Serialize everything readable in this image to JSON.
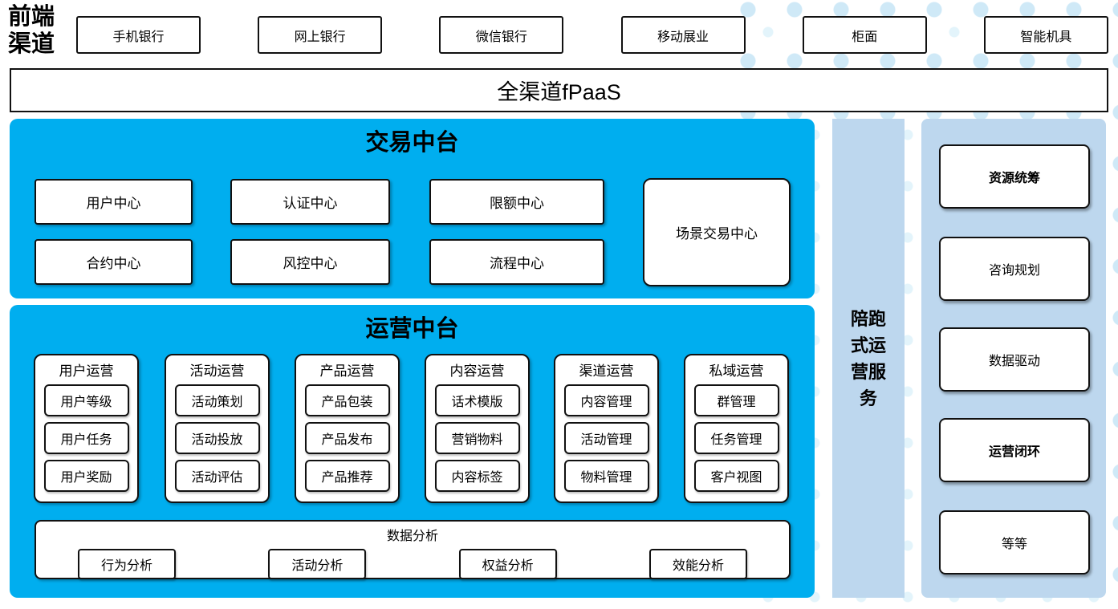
{
  "front_channels": {
    "label": "前端渠道",
    "items": [
      "手机银行",
      "网上银行",
      "微信银行",
      "移动展业",
      "柜面",
      "智能机具"
    ]
  },
  "fpaas_bar": {
    "label": "全渠道fPaaS"
  },
  "transaction_platform": {
    "title": "交易中台",
    "centers": [
      "用户中心",
      "认证中心",
      "限额中心",
      "合约中心",
      "风控中心",
      "流程中心"
    ],
    "scenario_center": "场景交易中心"
  },
  "operation_platform": {
    "title": "运营中台",
    "columns": [
      {
        "title": "用户运营",
        "items": [
          "用户等级",
          "用户任务",
          "用户奖励"
        ]
      },
      {
        "title": "活动运营",
        "items": [
          "活动策划",
          "活动投放",
          "活动评估"
        ]
      },
      {
        "title": "产品运营",
        "items": [
          "产品包装",
          "产品发布",
          "产品推荐"
        ]
      },
      {
        "title": "内容运营",
        "items": [
          "话术模版",
          "营销物料",
          "内容标签"
        ]
      },
      {
        "title": "渠道运营",
        "items": [
          "内容管理",
          "活动管理",
          "物料管理"
        ]
      },
      {
        "title": "私域运营",
        "items": [
          "群管理",
          "任务管理",
          "客户视图"
        ]
      }
    ],
    "data_analysis": {
      "title": "数据分析",
      "items": [
        "行为分析",
        "活动分析",
        "权益分析",
        "效能分析"
      ]
    }
  },
  "companion_bar": {
    "label": "陪跑式运营服务"
  },
  "service_column": {
    "items": [
      {
        "label": "资源统筹",
        "bold": true
      },
      {
        "label": "咨询规划",
        "bold": false
      },
      {
        "label": "数据驱动",
        "bold": false
      },
      {
        "label": "运营闭环",
        "bold": true
      },
      {
        "label": "等等",
        "bold": false
      }
    ]
  },
  "colors": {
    "accent_blue": "#00AEEF",
    "light_blue": "#BDD7EE",
    "dot_strong": "#CFE9F7",
    "dot_soft": "#E3F4FB"
  }
}
